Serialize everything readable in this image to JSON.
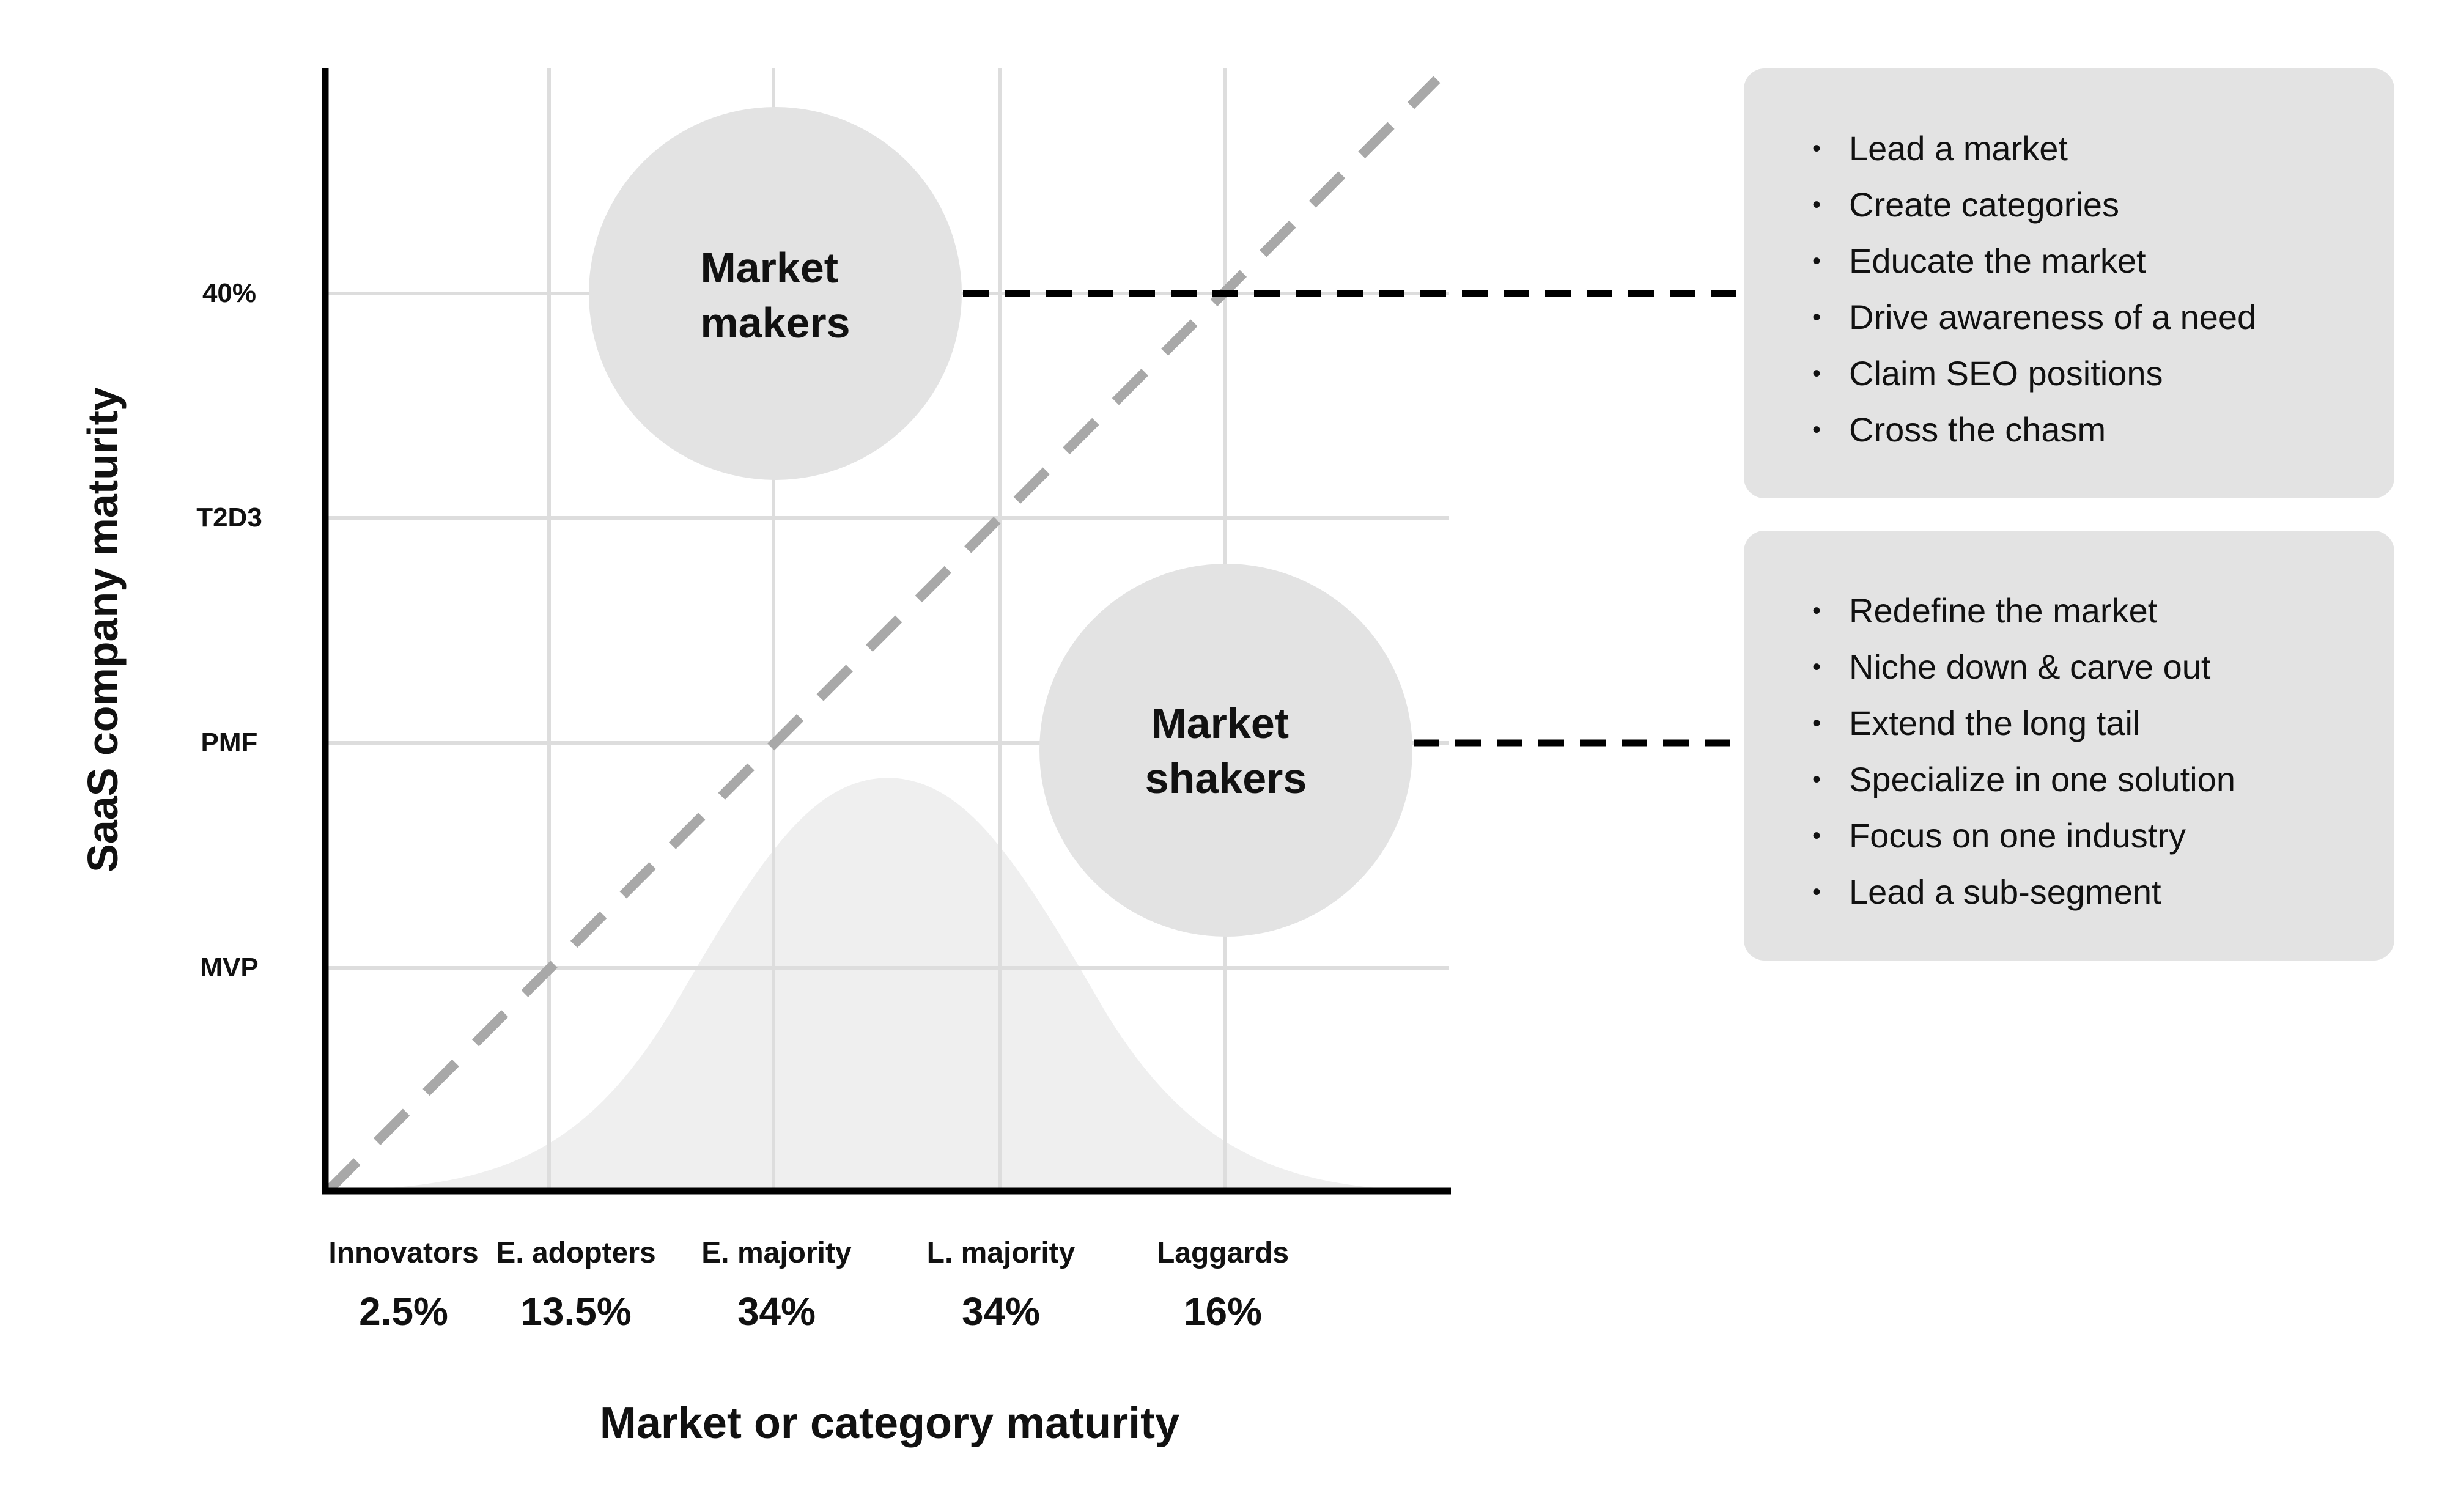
{
  "y_axis": {
    "title": "SaaS company maturity",
    "levels": [
      "40%",
      "T2D3",
      "PMF",
      "MVP"
    ]
  },
  "x_axis": {
    "title": "Market or category maturity",
    "segments": [
      {
        "label": "Innovators",
        "share": "2.5%"
      },
      {
        "label": "E. adopters",
        "share": "13.5%"
      },
      {
        "label": "E. majority",
        "share": "34%"
      },
      {
        "label": "L. majority",
        "share": "34%"
      },
      {
        "label": "Laggards",
        "share": "16%"
      }
    ]
  },
  "bubbles": {
    "makers": {
      "line1": "Market",
      "line2": "makers"
    },
    "shakers": {
      "line1": "Market",
      "line2": "shakers"
    }
  },
  "makers_list": {
    "items": [
      "Lead a market",
      "Create categories",
      "Educate the market",
      "Drive awareness of a need",
      "Claim SEO positions",
      "Cross the chasm"
    ]
  },
  "shakers_list": {
    "items": [
      "Redefine the market",
      "Niche down & carve out",
      "Extend the long tail",
      "Specialize in one solution",
      "Focus on one industry",
      "Lead a sub-segment"
    ]
  },
  "bullet": "•",
  "colors": {
    "axis": "#000000",
    "grid": "#dddddd",
    "bubble": "#e3e3e3",
    "curve": "#efefef",
    "diagonal": "#a8a8a8",
    "connector": "#000000",
    "card": "#e3e3e3"
  }
}
